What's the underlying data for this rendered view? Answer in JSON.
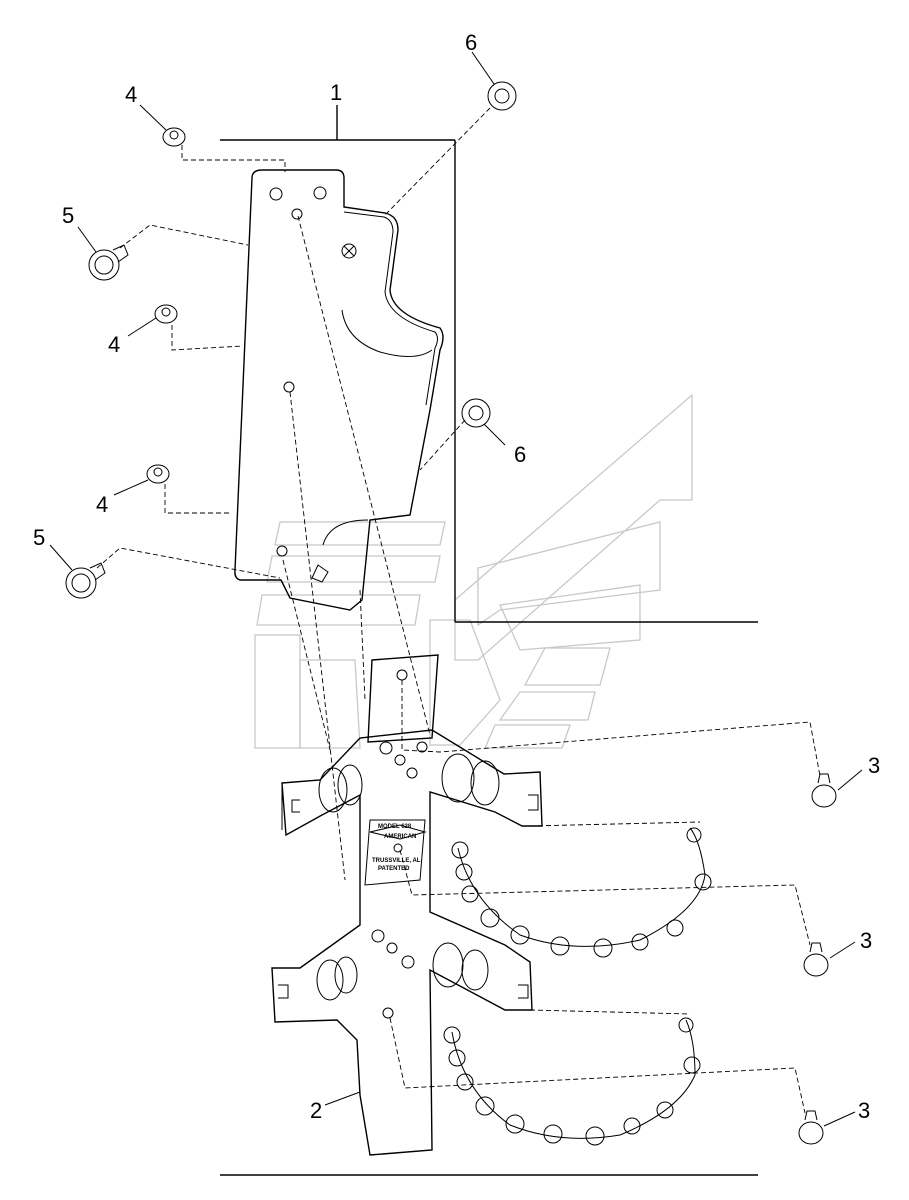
{
  "callouts": {
    "c1": "1",
    "c2": "2",
    "c3a": "3",
    "c3b": "3",
    "c3c": "3",
    "c4a": "4",
    "c4b": "4",
    "c4c": "4",
    "c5a": "5",
    "c5b": "5",
    "c6a": "6",
    "c6b": "6"
  },
  "nameplate": {
    "model": "MODEL 628",
    "brand": "AMERICAN",
    "city": "TRUSSVILLE, AL",
    "patented": "PATENTED"
  },
  "watermark_logo": "brand logo (light gray, decorative)"
}
